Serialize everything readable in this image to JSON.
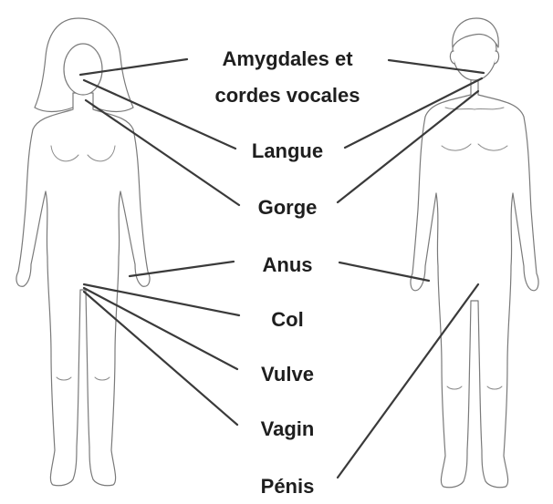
{
  "labels": {
    "tonsils_line1": "Amygdales et",
    "tonsils_line2": "cordes vocales",
    "tongue": "Langue",
    "throat": "Gorge",
    "anus": "Anus",
    "cervix": "Col",
    "vulva": "Vulve",
    "vagina": "Vagin",
    "penis": "Pénis"
  },
  "colors": {
    "text": "#1e1e1e",
    "leader_line": "#3a3a3a",
    "body_outline": "#7a7a7a",
    "background": "#ffffff"
  }
}
